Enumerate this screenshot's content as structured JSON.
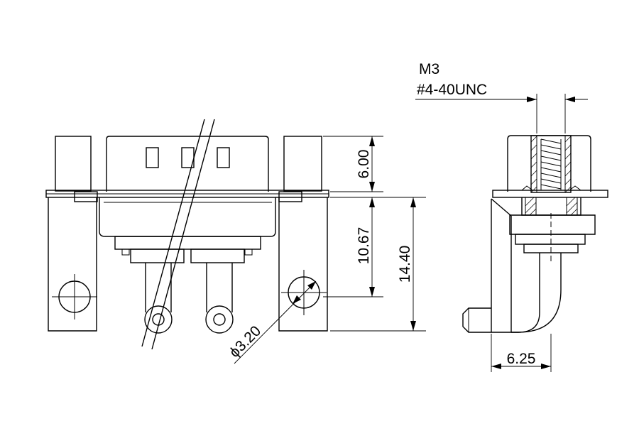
{
  "dimensions": {
    "d_6_00": "6.00",
    "d_10_67": "10.67",
    "d_14_40": "14.40",
    "d_3_20": "ϕ3.20",
    "d_6_25": "6.25",
    "thread_m3": "M3",
    "thread_unc": "#4-40UNC"
  }
}
